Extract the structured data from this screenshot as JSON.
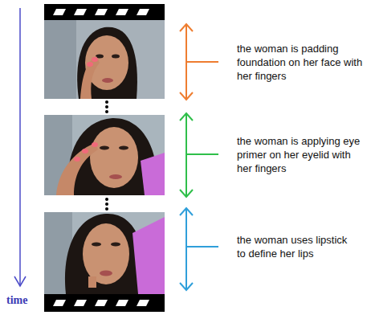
{
  "diagram": {
    "labels": [
      "the woman is padding foundation on her face with her fingers",
      "the woman is applying eye primer on her eyelid with her fingers",
      "the woman uses lipstick to define her lips",
      "time"
    ]
  }
}
